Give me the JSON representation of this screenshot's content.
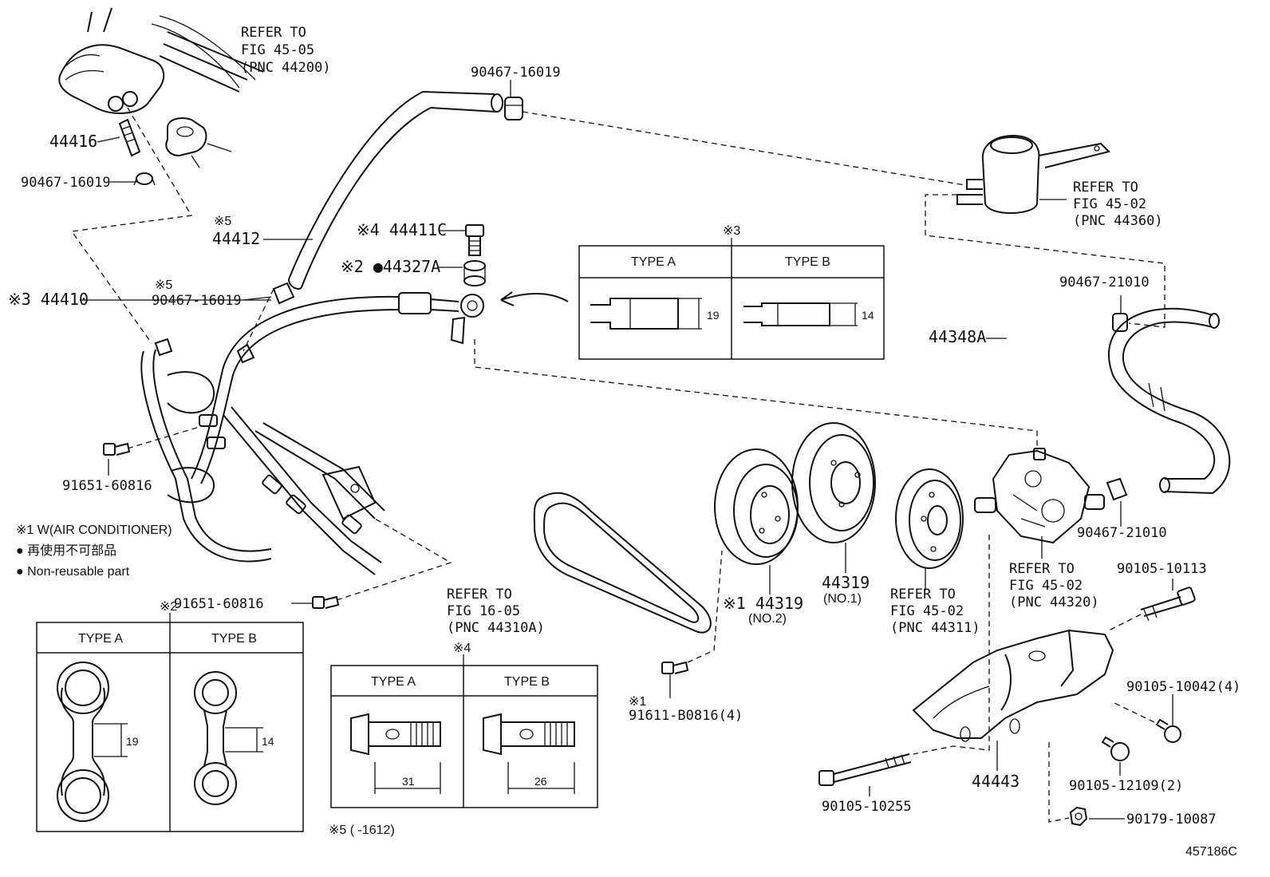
{
  "refs": {
    "rack": [
      "REFER TO",
      "FIG 45-05",
      "(PNC 44200)"
    ],
    "tank": [
      "REFER TO",
      "FIG 45-02",
      "(PNC 44360)"
    ],
    "belt": [
      "REFER TO",
      "FIG 16-05",
      "(PNC 44310A)"
    ],
    "pulley": [
      "REFER TO",
      "FIG 45-02",
      "(PNC 44311)"
    ],
    "pump": [
      "REFER TO",
      "FIG 45-02",
      "(PNC 44320)"
    ]
  },
  "parts": {
    "p44416": "44416",
    "clip_top": "90467-16019",
    "clip_left": "90467-16019",
    "mark5_44412": "※5",
    "p44412": "44412",
    "p44410": "※3 44410",
    "mark5_clip": "※5",
    "clip_mid": "90467-16019",
    "p44411c": "※4 44411C",
    "p44327a": "※2 ●44327A",
    "bolt_upper": "91651-60816",
    "bolt_lower": "91651-60816",
    "clip_21010_top": "90467-21010",
    "clip_21010_bot": "90467-21010",
    "p44348a": "44348A",
    "p44319_no2": "※1 44319",
    "no2": "(NO.2)",
    "p44319_no1": "44319",
    "no1": "(NO.1)",
    "mark1_bolt": "※1",
    "bolt_91611": "91611-B0816(4)",
    "b10113": "90105-10113",
    "b10042": "90105-10042(4)",
    "b12109": "90105-12109(2)",
    "b10255": "90105-10255",
    "n10087": "90179-10087",
    "p44443": "44443"
  },
  "legend": {
    "w_ac": "※1 W(AIR CONDITIONER)",
    "jp": "● 再使用不可部品",
    "non_reusable": "● Non-reusable part",
    "mark5_range": "※5 (      -1612)"
  },
  "tables": {
    "mark3": {
      "mark": "※3",
      "type_a": "TYPE A",
      "type_b": "TYPE B",
      "dim_a": "19",
      "dim_b": "14"
    },
    "mark2": {
      "mark": "※2",
      "type_a": "TYPE A",
      "type_b": "TYPE B",
      "dim_a": "19",
      "dim_b": "14"
    },
    "mark4": {
      "mark": "※4",
      "type_a": "TYPE A",
      "type_b": "TYPE B",
      "dim_a": "31",
      "dim_b": "26"
    }
  },
  "figure_id": "457186C"
}
